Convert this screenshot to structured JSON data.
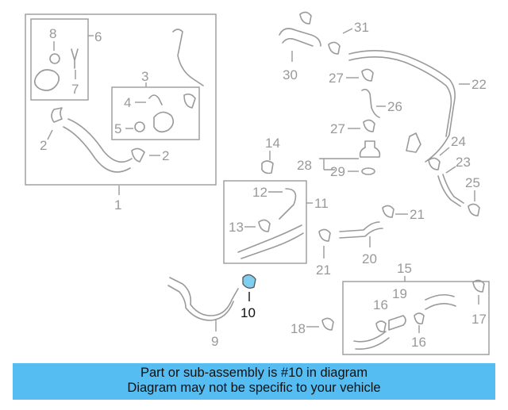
{
  "diagram": {
    "highlight_color": "#55bdf2",
    "part_highlight_color": "#7fd0f0",
    "callouts": {
      "n1": "1",
      "n2a": "2",
      "n2b": "2",
      "n3": "3",
      "n4": "4",
      "n5": "5",
      "n6": "6",
      "n7": "7",
      "n8": "8",
      "n9": "9",
      "n10": "10",
      "n11": "11",
      "n12": "12",
      "n13": "13",
      "n14": "14",
      "n15": "15",
      "n16a": "16",
      "n16b": "16",
      "n17": "17",
      "n18": "18",
      "n19": "19",
      "n20": "20",
      "n21a": "21",
      "n21b": "21",
      "n22": "22",
      "n23": "23",
      "n24": "24",
      "n25": "25",
      "n26": "26",
      "n27a": "27",
      "n27b": "27",
      "n28": "28",
      "n29": "29",
      "n30": "30",
      "n31": "31"
    }
  },
  "banner": {
    "line1": "Part or sub-assembly is #10 in diagram",
    "line2": "Diagram may not be specific to your vehicle"
  }
}
